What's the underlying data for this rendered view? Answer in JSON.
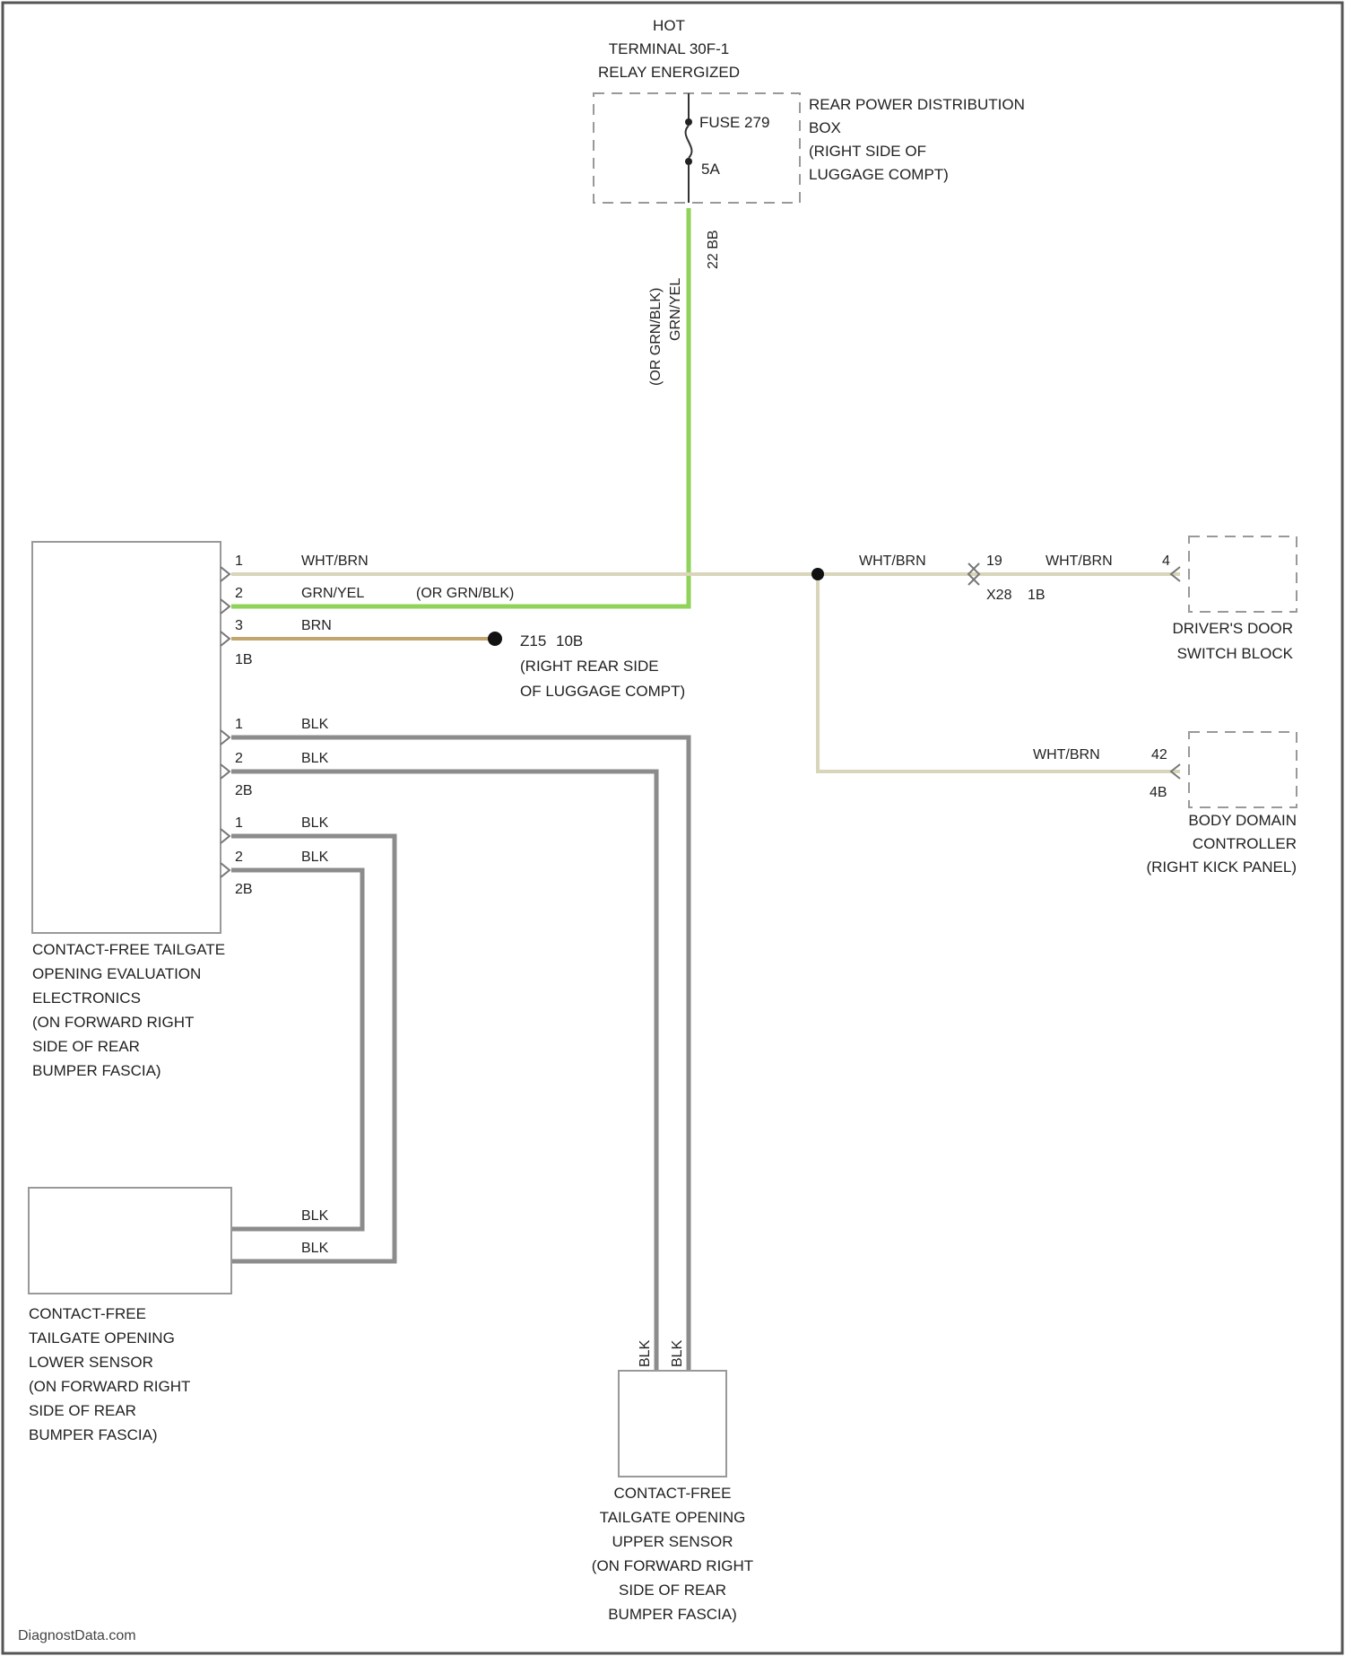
{
  "colors": {
    "green_wire": "#8fd35a",
    "white_brown_wire": "#d9d5bb",
    "brown_wire": "#c2a46d",
    "black_wire": "#8c8c8c",
    "component_outline": "#999999"
  },
  "power": {
    "line1": "HOT",
    "line2": "TERMINAL 30F-1",
    "line3": "RELAY ENERGIZED",
    "fuse_label": "FUSE 279",
    "fuse_rating": "5A",
    "box_line1": "REAR POWER DISTRIBUTION",
    "box_line2": "BOX",
    "box_line3": "(RIGHT SIDE OF",
    "box_line4": "LUGGAGE COMPT)",
    "riser_color": "GRN/YEL",
    "riser_alt": "(OR GRN/BLK)",
    "riser_conn": "22 BB"
  },
  "evaluation": {
    "line1": "CONTACT-FREE TAILGATE",
    "line2": "OPENING EVALUATION",
    "line3": "ELECTRONICS",
    "line4": "(ON FORWARD RIGHT",
    "line5": "SIDE OF REAR",
    "line6": "BUMPER FASCIA)",
    "pins": {
      "p1": "1",
      "p2": "2",
      "p3": "3",
      "p4": "1B",
      "p5": "1",
      "p6": "2",
      "p7": "2B",
      "p8": "1",
      "p9": "2",
      "p10": "2B"
    }
  },
  "wires": {
    "w1": "WHT/BRN",
    "w2": "GRN/YEL",
    "w2_alt": "(OR GRN/BLK)",
    "w3": "BRN",
    "wb1": "BLK",
    "wb2": "BLK",
    "wb3": "BLK",
    "wb4": "BLK",
    "wb5": "BLK",
    "wb6": "BLK",
    "wb7": "BLK",
    "wb8": "BLK",
    "ww1": "WHT/BRN",
    "ww2": "WHT/BRN",
    "ww3": "WHT/BRN"
  },
  "ground": {
    "label": "Z15",
    "conn": "10B",
    "line2": "(RIGHT REAR SIDE",
    "line3": "OF LUGGAGE COMPT)"
  },
  "connector": {
    "pin": "19",
    "name": "X28",
    "size": "1B"
  },
  "door_switch": {
    "pin": "4",
    "line1": "DRIVER'S DOOR",
    "line2": "SWITCH BLOCK"
  },
  "bdc": {
    "pin": "42",
    "conn": "4B",
    "line1": "BODY DOMAIN",
    "line2": "CONTROLLER",
    "line3": "(RIGHT KICK PANEL)"
  },
  "lower_sensor": {
    "line1": "CONTACT-FREE",
    "line2": "TAILGATE OPENING",
    "line3": "LOWER SENSOR",
    "line4": "(ON FORWARD RIGHT",
    "line5": "SIDE OF REAR",
    "line6": "BUMPER FASCIA)"
  },
  "upper_sensor": {
    "line1": "CONTACT-FREE",
    "line2": "TAILGATE OPENING",
    "line3": "UPPER SENSOR",
    "line4": "(ON FORWARD RIGHT",
    "line5": "SIDE OF REAR",
    "line6": "BUMPER FASCIA)"
  },
  "watermark": "DiagnostData.com"
}
